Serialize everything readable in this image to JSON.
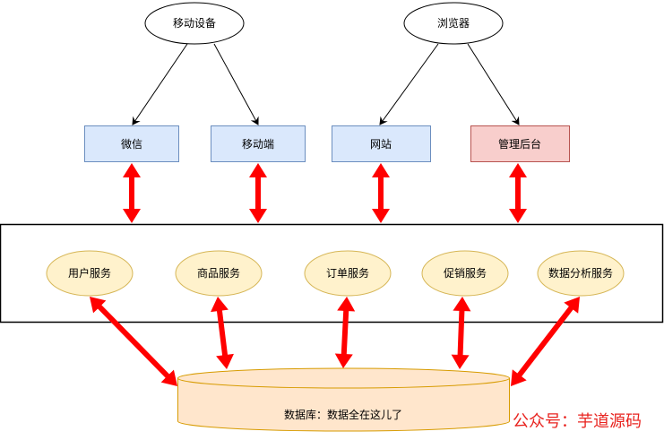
{
  "diagram": {
    "clients": [
      {
        "id": "mobile",
        "label": "移动设备"
      },
      {
        "id": "browser",
        "label": "浏览器"
      }
    ],
    "frontends": [
      {
        "id": "wechat",
        "label": "微信",
        "kind": "blue",
        "from": "mobile"
      },
      {
        "id": "mobile-app",
        "label": "移动端",
        "kind": "blue",
        "from": "mobile"
      },
      {
        "id": "website",
        "label": "网站",
        "kind": "blue",
        "from": "browser"
      },
      {
        "id": "admin",
        "label": "管理后台",
        "kind": "red",
        "from": "browser"
      }
    ],
    "services": [
      {
        "id": "user",
        "label": "用户服务"
      },
      {
        "id": "product",
        "label": "商品服务"
      },
      {
        "id": "order",
        "label": "订单服务"
      },
      {
        "id": "promotion",
        "label": "促销服务"
      },
      {
        "id": "analytics",
        "label": "数据分析服务"
      }
    ],
    "database": {
      "label": "数据库：数据全在这儿了"
    },
    "watermark": "公众号：芋道源码"
  },
  "colors": {
    "blue_fill": "#dae8fc",
    "blue_stroke": "#6c8ebf",
    "red_fill": "#f8cecc",
    "red_stroke": "#b85450",
    "service_fill": "#fff2cc",
    "service_stroke": "#d6b656",
    "db_fill": "#ffe6cc",
    "db_stroke": "#d79b00",
    "arrow_red": "#ff0000",
    "watermark": "#e8231f"
  }
}
